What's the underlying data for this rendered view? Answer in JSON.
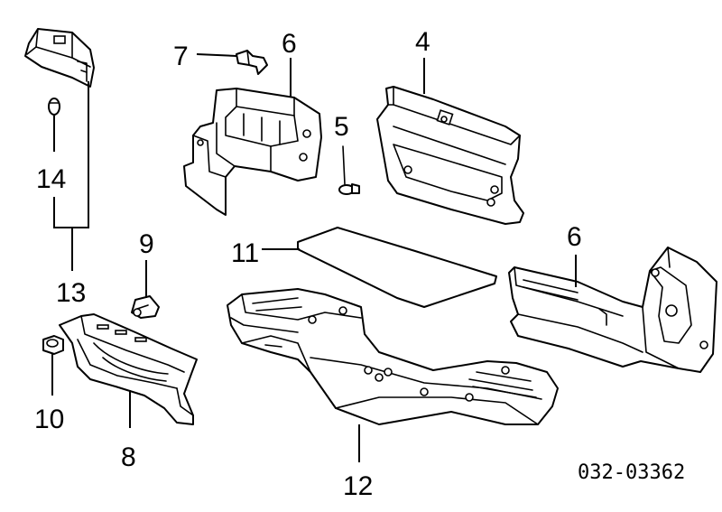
{
  "diagram_code": "032-03362",
  "callouts": {
    "c1": "14",
    "c2": "13",
    "c3": "7",
    "c4": "6",
    "c5": "4",
    "c6": "5",
    "c7": "9",
    "c8": "11",
    "c9": "6",
    "c10": "10",
    "c11": "8",
    "c12": "12"
  }
}
